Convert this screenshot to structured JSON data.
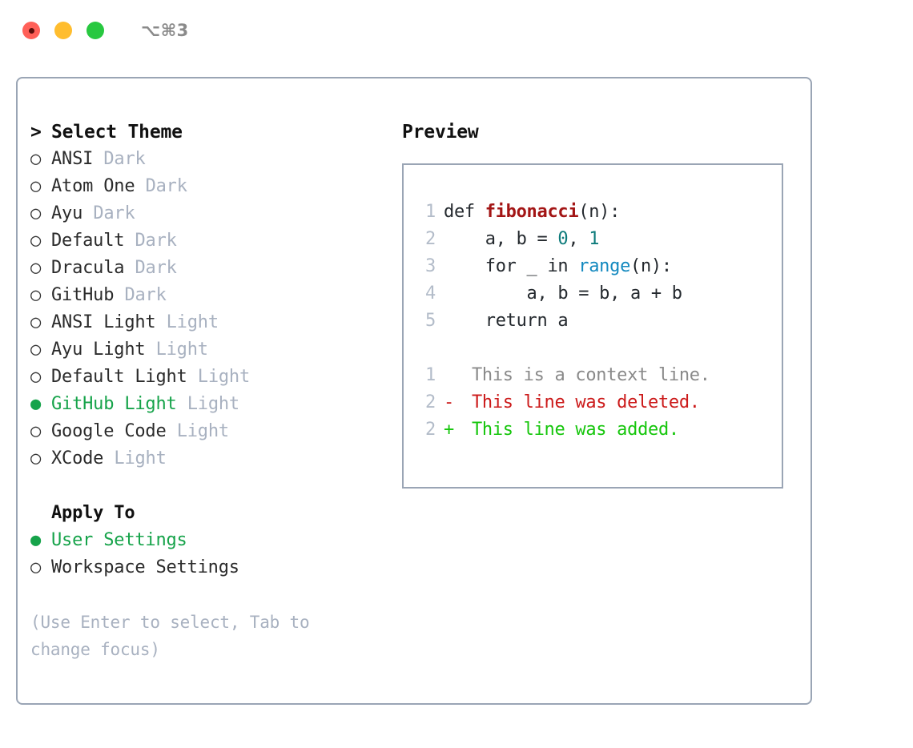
{
  "titlebar": {
    "shortcut": "⌥⌘3",
    "lights": [
      {
        "name": "close",
        "color": "#ff6058"
      },
      {
        "name": "minimize",
        "color": "#ffbd2e"
      },
      {
        "name": "maximize",
        "color": "#28c840"
      }
    ]
  },
  "theme_picker": {
    "caret": ">",
    "header": "Select Theme",
    "marker_unselected": "○",
    "marker_selected": "●",
    "items": [
      {
        "name": "ANSI",
        "variant": "Dark",
        "selected": false
      },
      {
        "name": "Atom One",
        "variant": "Dark",
        "selected": false
      },
      {
        "name": "Ayu",
        "variant": "Dark",
        "selected": false
      },
      {
        "name": "Default",
        "variant": "Dark",
        "selected": false
      },
      {
        "name": "Dracula",
        "variant": "Dark",
        "selected": false
      },
      {
        "name": "GitHub",
        "variant": "Dark",
        "selected": false
      },
      {
        "name": "ANSI Light",
        "variant": "Light",
        "selected": false
      },
      {
        "name": "Ayu Light",
        "variant": "Light",
        "selected": false
      },
      {
        "name": "Default Light",
        "variant": "Light",
        "selected": false
      },
      {
        "name": "GitHub Light",
        "variant": "Light",
        "selected": true
      },
      {
        "name": "Google Code",
        "variant": "Light",
        "selected": false
      },
      {
        "name": "XCode",
        "variant": "Light",
        "selected": false
      }
    ]
  },
  "apply_to": {
    "header": "Apply To",
    "items": [
      {
        "name": "User Settings",
        "selected": true
      },
      {
        "name": "Workspace Settings",
        "selected": false
      }
    ]
  },
  "hint": "(Use Enter to select, Tab to change focus)",
  "preview": {
    "title": "Preview",
    "code_lines": [
      {
        "lineno": "1",
        "tokens": [
          {
            "text": "def ",
            "style": "plain"
          },
          {
            "text": "fibonacci",
            "style": "fn"
          },
          {
            "text": "(n):",
            "style": "plain"
          }
        ]
      },
      {
        "lineno": "2",
        "tokens": [
          {
            "text": "    a, b = ",
            "style": "plain"
          },
          {
            "text": "0",
            "style": "num"
          },
          {
            "text": ", ",
            "style": "plain"
          },
          {
            "text": "1",
            "style": "num"
          }
        ]
      },
      {
        "lineno": "3",
        "tokens": [
          {
            "text": "    for _ in ",
            "style": "plain"
          },
          {
            "text": "range",
            "style": "blue"
          },
          {
            "text": "(n):",
            "style": "plain"
          }
        ]
      },
      {
        "lineno": "4",
        "tokens": [
          {
            "text": "        a, b = b, a + b",
            "style": "plain"
          }
        ]
      },
      {
        "lineno": "5",
        "tokens": [
          {
            "text": "    return a",
            "style": "plain"
          }
        ]
      }
    ],
    "diff_lines": [
      {
        "lineno": "1",
        "sign": " ",
        "text": " This is a context line.",
        "kind": "context"
      },
      {
        "lineno": "2",
        "sign": "-",
        "text": " This line was deleted.",
        "kind": "deleted"
      },
      {
        "lineno": "2",
        "sign": "+",
        "text": " This line was added.",
        "kind": "added"
      }
    ]
  },
  "colors": {
    "accent_green": "#16a34a",
    "border": "#9aa5b5",
    "muted": "#a8b1c0",
    "fn_red": "#a31515",
    "num_teal": "#0d7b7b",
    "keyword_blue": "#1389bf",
    "diff_add": "#16c60c",
    "diff_del": "#cc1b1b"
  }
}
